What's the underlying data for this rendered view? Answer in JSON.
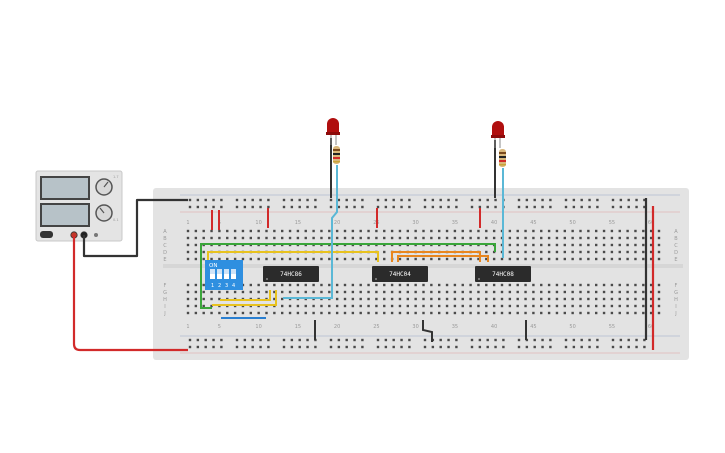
{
  "chips": [
    {
      "id": "chip-1",
      "label": "74HC86"
    },
    {
      "id": "chip-2",
      "label": "74HC04"
    },
    {
      "id": "chip-3",
      "label": "74HC08"
    }
  ],
  "dip_switch": {
    "on_label": "ON",
    "numbers": [
      "1",
      "2",
      "3",
      "4"
    ]
  },
  "breadboard": {
    "column_numbers": [
      "1",
      "5",
      "10",
      "15",
      "20",
      "25",
      "30",
      "35",
      "40",
      "45",
      "50",
      "55",
      "60"
    ],
    "row_letters_top": [
      "A",
      "B",
      "C",
      "D",
      "E"
    ],
    "row_letters_bottom": [
      "F",
      "G",
      "H",
      "I",
      "J"
    ]
  },
  "power_supply": {
    "knob_marks": [
      "1.7",
      "0.1"
    ]
  },
  "colors": {
    "board": "#e3e3e3",
    "wire_black": "#333333",
    "wire_red": "#d22a2a",
    "wire_green": "#3aa63a",
    "wire_yellow": "#e8c21e",
    "wire_orange": "#e8861e",
    "wire_blue": "#2a7fd0",
    "wire_cyan": "#5bb8d6",
    "chip": "#2b2b2b",
    "dip": "#2f8fe0",
    "led": "#b00f0f"
  }
}
